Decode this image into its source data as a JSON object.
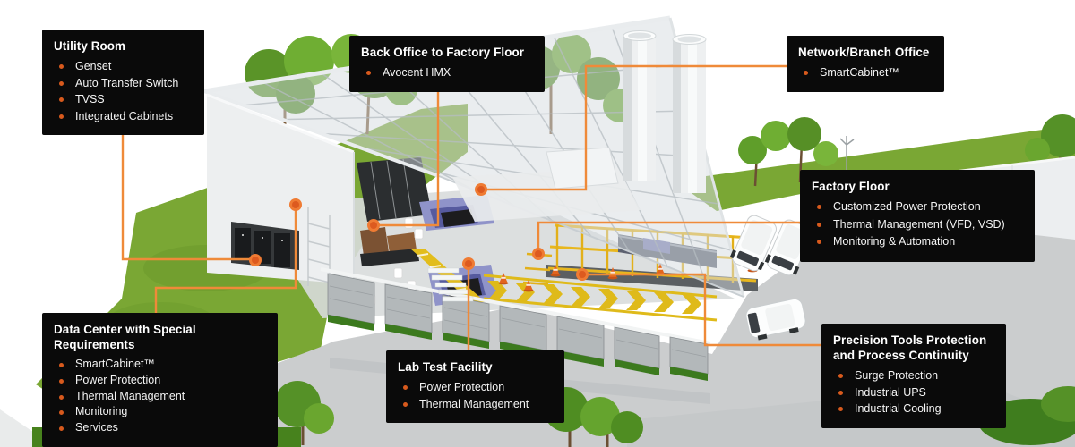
{
  "colors": {
    "accent_orange": "#ED6B21",
    "connector_line": "#EF8A39",
    "connector_dot_outer": "#EF7B33",
    "connector_dot_inner": "#DD5A1F",
    "bullet": "#D85A1D",
    "callout_bg": "#0A0A0A",
    "callout_text": "#FFFFFF",
    "grass_green": "#7AA734",
    "safety_yellow": "#E2BB1C",
    "concrete_gray": "#CBCDCE"
  },
  "callouts": {
    "utility_room": {
      "title": "Utility Room",
      "items": [
        "Genset",
        "Auto Transfer Switch",
        "TVSS",
        "Integrated Cabinets"
      ]
    },
    "back_office": {
      "title": "Back Office to Factory Floor",
      "items": [
        "Avocent HMX"
      ]
    },
    "network_branch": {
      "title": "Network/Branch Office",
      "items": [
        "SmartCabinet™"
      ]
    },
    "factory_floor": {
      "title": "Factory Floor",
      "items": [
        "Customized Power Protection",
        "Thermal Management (VFD, VSD)",
        "Monitoring & Automation"
      ]
    },
    "data_center": {
      "title": "Data Center with Special Requirements",
      "items": [
        "SmartCabinet™",
        "Power Protection",
        "Thermal Management",
        "Monitoring",
        "Services"
      ]
    },
    "lab_test": {
      "title": "Lab Test Facility",
      "items": [
        "Power Protection",
        "Thermal Management"
      ]
    },
    "precision_tools": {
      "title": "Precision Tools Protection and Process Continuity",
      "items": [
        "Surge Protection",
        "Industrial UPS",
        "Industrial Cooling"
      ]
    }
  }
}
